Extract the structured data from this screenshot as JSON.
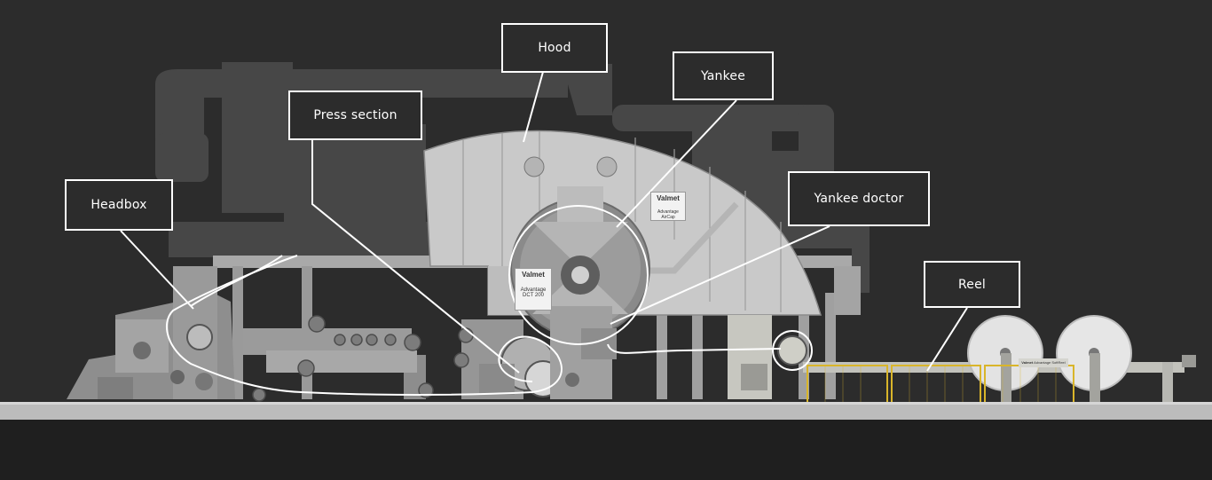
{
  "labels": {
    "hood": "Hood",
    "yankee": "Yankee",
    "press_section": "Press section",
    "headbox": "Headbox",
    "yankee_doctor": "Yankee doctor",
    "reel": "Reel"
  },
  "badges": {
    "hood_brand": "Valmet",
    "hood_sub": "Advantage AirCap",
    "yankee_brand": "Valmet",
    "yankee_line1": "Advantage",
    "yankee_line2": "DCT 200",
    "reel_brand": "Valmet",
    "reel_sub": "Advantage SoftReel"
  },
  "colors": {
    "background": "#2b2b2b",
    "label_border": "#ffffff",
    "label_text": "#ffffff",
    "callout_line": "#ffffff",
    "machine_light": "#c8c8c8",
    "machine_dark": "#7a7a7a",
    "safety_fence": "#d9b52a",
    "floor": "#bdbdbd",
    "valmet_green": "#58b030"
  }
}
